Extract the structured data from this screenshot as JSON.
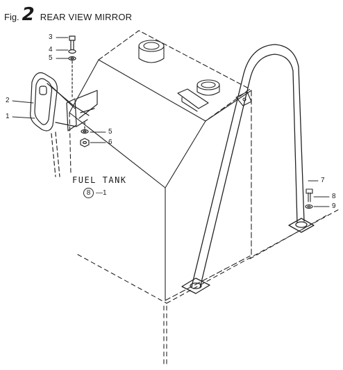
{
  "header": {
    "prefix": "Fig.",
    "number": "2",
    "title": "REAR VIEW MIRROR"
  },
  "callouts": {
    "c1": "1",
    "c2": "2",
    "c3": "3",
    "c4": "4",
    "c5a": "5",
    "c5b": "5",
    "c6": "6",
    "c7": "7",
    "c8": "8",
    "c9": "9"
  },
  "fuel_tank": {
    "label": "FUEL TANK",
    "ref_number": "8",
    "ref_suffix": "—1"
  }
}
